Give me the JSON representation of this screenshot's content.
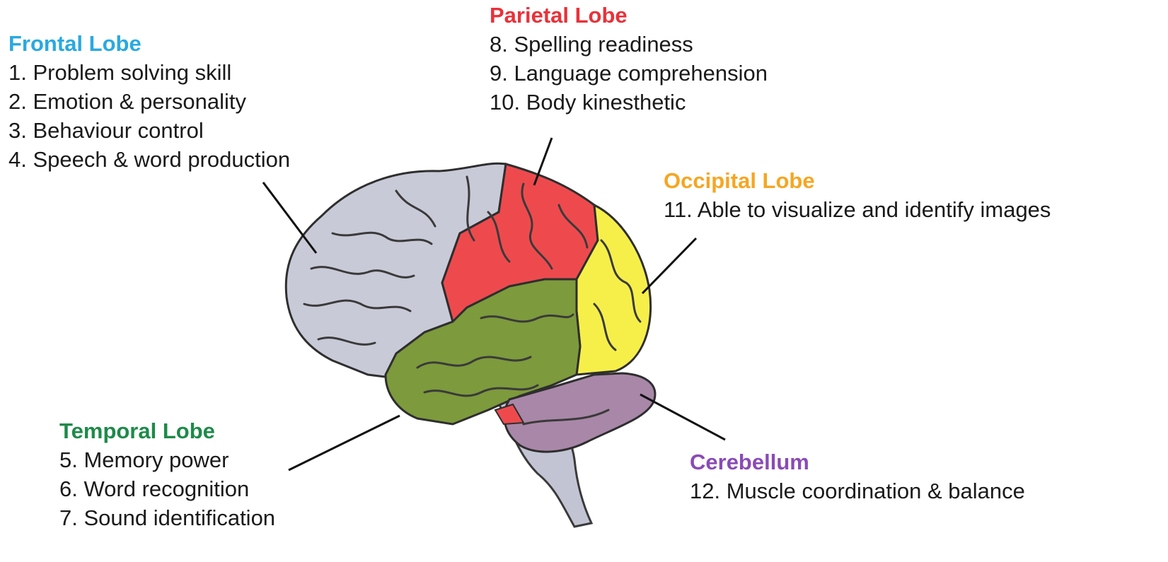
{
  "colors": {
    "frontal": "#29a9e0",
    "parietal": "#e8323a",
    "occipital": "#f5a623",
    "temporal": "#1e8a4a",
    "cerebellum": "#8a4bb5",
    "frontal_fill": "#c9cad8",
    "parietal_fill": "#ee4a4e",
    "occipital_fill": "#f6ef4a",
    "temporal_fill": "#7d9a3c",
    "cerebellum_fill": "#a987a8",
    "stem_fill": "#c3c4d3"
  },
  "lobes": {
    "frontal": {
      "title": "Frontal Lobe",
      "items": [
        "1. Problem solving skill",
        "2. Emotion & personality",
        "3. Behaviour control",
        "4. Speech & word production"
      ]
    },
    "parietal": {
      "title": "Parietal Lobe",
      "items": [
        "8. Spelling readiness",
        "9. Language comprehension",
        "10. Body kinesthetic"
      ]
    },
    "occipital": {
      "title": "Occipital Lobe",
      "items": [
        "11. Able to visualize and identify images"
      ]
    },
    "temporal": {
      "title": "Temporal Lobe",
      "items": [
        "5. Memory power",
        "6. Word recognition",
        "7. Sound identification"
      ]
    },
    "cerebellum": {
      "title": "Cerebellum",
      "items": [
        "12. Muscle coordination & balance"
      ]
    }
  }
}
